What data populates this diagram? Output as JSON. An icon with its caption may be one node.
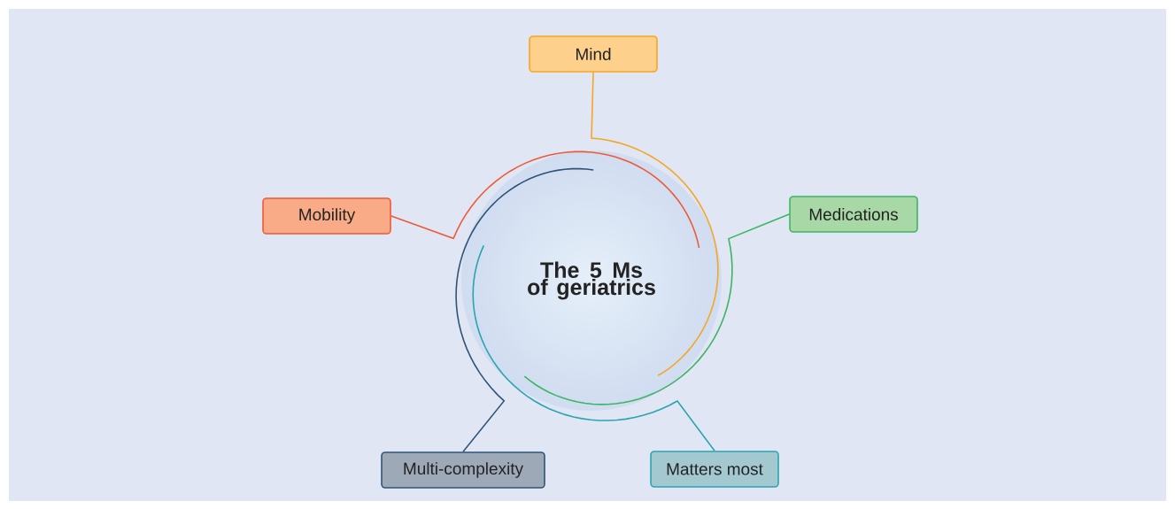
{
  "diagram": {
    "nodes": [
      {
        "text": [
          "The 5 Ms of geriatrics"
        ]
      },
      {
        "text": [
          "Mind"
        ]
      },
      {
        "text": [
          "Medications"
        ]
      },
      {
        "text": [
          "Matters most"
        ]
      },
      {
        "text": [
          "Multi-complexity"
        ]
      },
      {
        "text": [
          "Mobility"
        ]
      }
    ],
    "edges": [
      {
        "from": 1,
        "to": 0,
        "arrow": "none",
        "color": "#f5a623"
      },
      {
        "from": 2,
        "to": 0,
        "arrow": "none",
        "color": "#3cb563"
      },
      {
        "from": 3,
        "to": 0,
        "arrow": "none",
        "color": "#2aa5b0"
      },
      {
        "from": 4,
        "to": 0,
        "arrow": "none",
        "color": "#2f5475"
      },
      {
        "from": 5,
        "to": 0,
        "arrow": "none",
        "color": "#ee5a35"
      }
    ]
  }
}
